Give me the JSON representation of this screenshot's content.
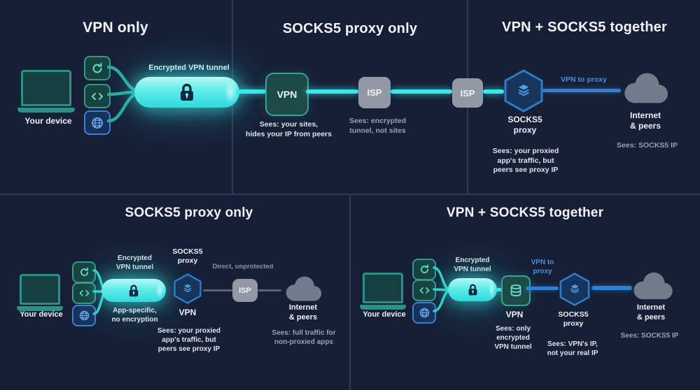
{
  "colors": {
    "background": "#161f36",
    "divider": "#2e3a5a",
    "tunnel_cyan": "#3ae8e8",
    "link_blue": "#2f7fd4",
    "teal": "#2e8f86",
    "isp_gray": "#9298a4",
    "cloud_gray": "#727b8c"
  },
  "icons": {
    "device": "laptop-icon",
    "device_apps": [
      "refresh-icon",
      "code-icon",
      "globe-icon"
    ],
    "tunnel": "lock-icon",
    "socks5_node": "layers-icon",
    "vpn_node": "database-icon",
    "internet": "cloud-icon"
  },
  "top_left": {
    "title": "VPN only",
    "device_label": "Your device",
    "tunnel_label": "Encrypted VPN tunnel"
  },
  "top_middle": {
    "title": "SOCKS5 proxy only",
    "vpn_label": "VPN",
    "vpn_caption": "Sees: your sites,\nhides your IP from peers",
    "isp_label": "ISP",
    "isp_caption": "Sees: encrypted\ntunnel, not sites",
    "isp2_label": "ISP"
  },
  "top_right": {
    "title": "VPN + SOCKS5 together",
    "link_label": "VPN to proxy",
    "proxy_label": "SOCKS5\nproxy",
    "proxy_caption": "Sees: your proxied\napp's traffic, but\npeers see proxy IP",
    "cloud_label": "Internet\n& peers",
    "cloud_caption": "Sees: SOCKS5 IP"
  },
  "bottom_left": {
    "title": "SOCKS5 proxy only",
    "device_label": "Your device",
    "tunnel_label": "Encrypted\nVPN tunnel",
    "tunnel_sublabel": "App-specific,\nno encryption",
    "proxy_label": "SOCKS5\nproxy",
    "vpn_label": "VPN",
    "proxy_caption": "Sees: your proxied\napp's traffic, but\npeers see proxy IP",
    "link_label": "Direct, unprotected",
    "isp_label": "ISP",
    "cloud_label": "Internet\n& peers",
    "cloud_caption": "Sees: full traffic for\nnon-proxied apps"
  },
  "bottom_right": {
    "title": "VPN + SOCKS5 together",
    "device_label": "Your device",
    "tunnel_label": "Encrypted\nVPN tunnel",
    "vpn_label": "VPN",
    "vpn_caption": "Sees: only\nencrypted\nVPN tunnel",
    "link_label": "VPN to\nproxy",
    "proxy_label": "SOCKS5\nproxy",
    "proxy_caption": "Sees: VPN's IP,\nnot your real IP",
    "cloud_label": "Internet\n& peers",
    "cloud_caption": "Sees: SOCKS5 IP"
  }
}
